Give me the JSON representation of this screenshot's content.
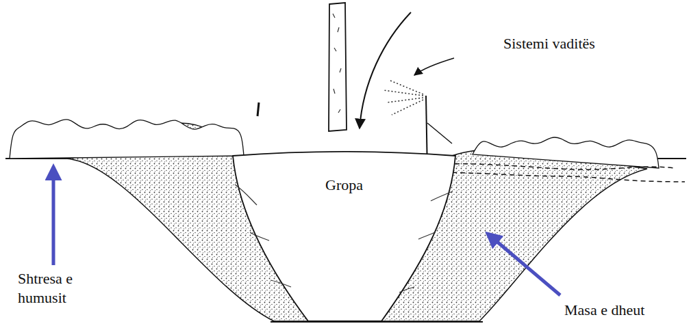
{
  "diagram": {
    "nodes": [
      {
        "text": [
          "Gropa"
        ]
      }
    ],
    "labels": [
      "Sistemi vaditës",
      "Shtresa e humusit",
      "Masa e dheut"
    ]
  }
}
